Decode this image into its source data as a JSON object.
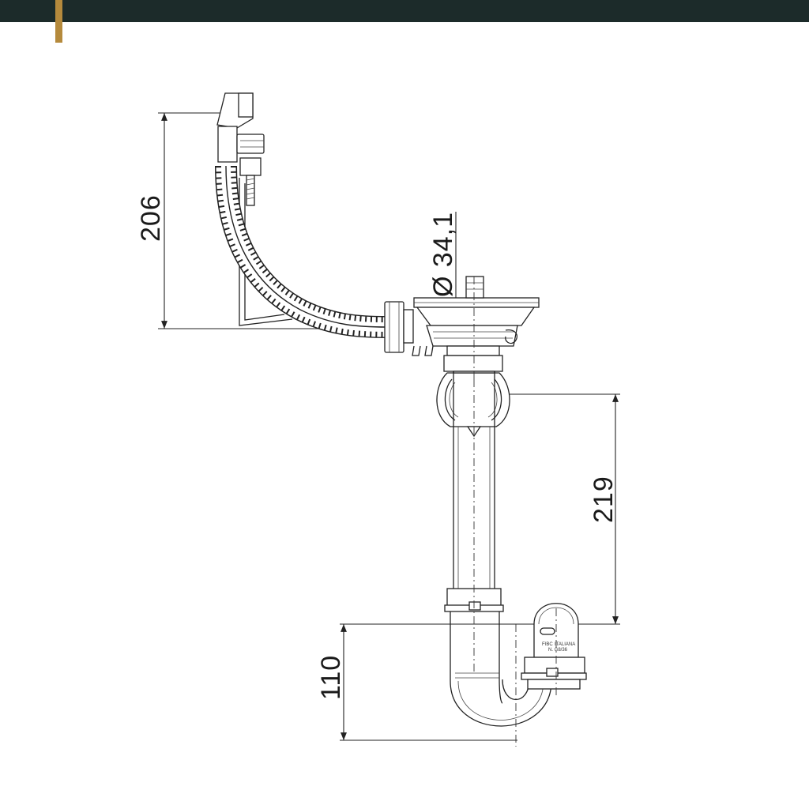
{
  "header": {
    "bar_color": "#1c2b2a",
    "accent_color": "#b58a3c"
  },
  "dimensions": {
    "overflow_height": "206",
    "diameter": "Ø 34,1",
    "pipe_height": "219",
    "trap_depth": "110"
  },
  "trap_marking": {
    "brand": "FIBC",
    "origin": "ITALIANA",
    "code": "N. G8/36"
  }
}
